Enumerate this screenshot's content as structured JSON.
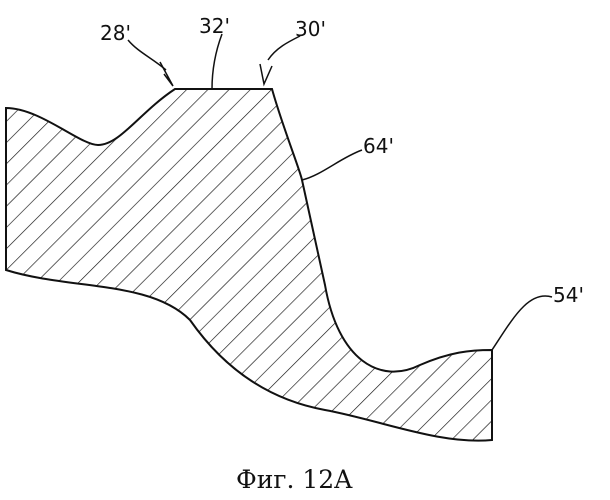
{
  "labels": {
    "l28": "28'",
    "l32": "32'",
    "l30": "30'",
    "l64": "64'",
    "l54": "54'"
  },
  "caption": "Фиг. 12A",
  "colors": {
    "ink": "#111111",
    "background": "#ffffff"
  }
}
